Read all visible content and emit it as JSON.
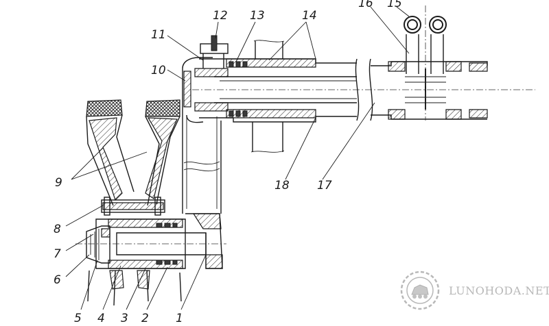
{
  "labels": {
    "n1": "1",
    "n2": "2",
    "n3": "3",
    "n4": "4",
    "n5": "5",
    "n6": "6",
    "n7": "7",
    "n8": "8",
    "n9": "9",
    "n10": "10",
    "n11": "11",
    "n12": "12",
    "n13": "13",
    "n14": "14",
    "n15": "15",
    "n16": "16",
    "n17": "17",
    "n18": "18"
  },
  "watermark": "LUNOHODA.NET",
  "colors": {
    "ink": "#1a1a1a",
    "watermark": "#b8b8b8",
    "background": "#ffffff"
  }
}
